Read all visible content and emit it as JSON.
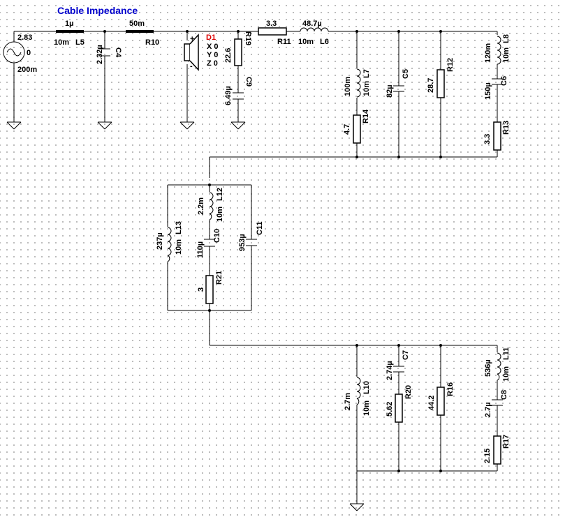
{
  "title": "Cable Impedance",
  "source": {
    "name": "",
    "v1": "2.83",
    "v2": "0",
    "v3": "200m"
  },
  "driver": {
    "name": "D1",
    "lines": [
      "X 0",
      "Y 0",
      "Z 0"
    ],
    "plus": "+",
    "minus": "-"
  },
  "parts": {
    "L5": {
      "name": "L5",
      "value": "1µ",
      "r": "10m"
    },
    "C4": {
      "name": "C4",
      "value": "2.32µ"
    },
    "R10": {
      "name": "R10",
      "value": "50m"
    },
    "R19": {
      "name": "R19",
      "value": "22.6"
    },
    "C9": {
      "name": "C9",
      "value": "6.49µ"
    },
    "R11": {
      "name": "R11",
      "value": "3.3"
    },
    "L6": {
      "name": "L6",
      "value": "48.7µ",
      "r": "10m"
    },
    "L7": {
      "name": "L7",
      "value": "100m",
      "r": "10m"
    },
    "R14": {
      "name": "R14",
      "value": "4.7"
    },
    "C5": {
      "name": "C5",
      "value": "82µ"
    },
    "R12": {
      "name": "R12",
      "value": "28.7"
    },
    "L8": {
      "name": "L8",
      "value": "120m",
      "r": "10m"
    },
    "C6": {
      "name": "C6",
      "value": "150µ"
    },
    "R13": {
      "name": "R13",
      "value": "3.3"
    },
    "L13": {
      "name": "L13",
      "value": "237µ",
      "r": "10m"
    },
    "L12": {
      "name": "L12",
      "value": "2.2m",
      "r": "10m"
    },
    "C10": {
      "name": "C10",
      "value": "110µ"
    },
    "R21": {
      "name": "R21",
      "value": "3"
    },
    "C11": {
      "name": "C11",
      "value": "953µ"
    },
    "L10": {
      "name": "L10",
      "value": "2.7m",
      "r": "10m"
    },
    "C7": {
      "name": "C7",
      "value": "2.74µ"
    },
    "R20": {
      "name": "R20",
      "value": "5.62"
    },
    "R16": {
      "name": "R16",
      "value": "44.2"
    },
    "L11": {
      "name": "L11",
      "value": "536µ",
      "r": "10m"
    },
    "C8": {
      "name": "C8",
      "value": "2.7µ"
    },
    "R17": {
      "name": "R17",
      "value": "2.15"
    }
  }
}
